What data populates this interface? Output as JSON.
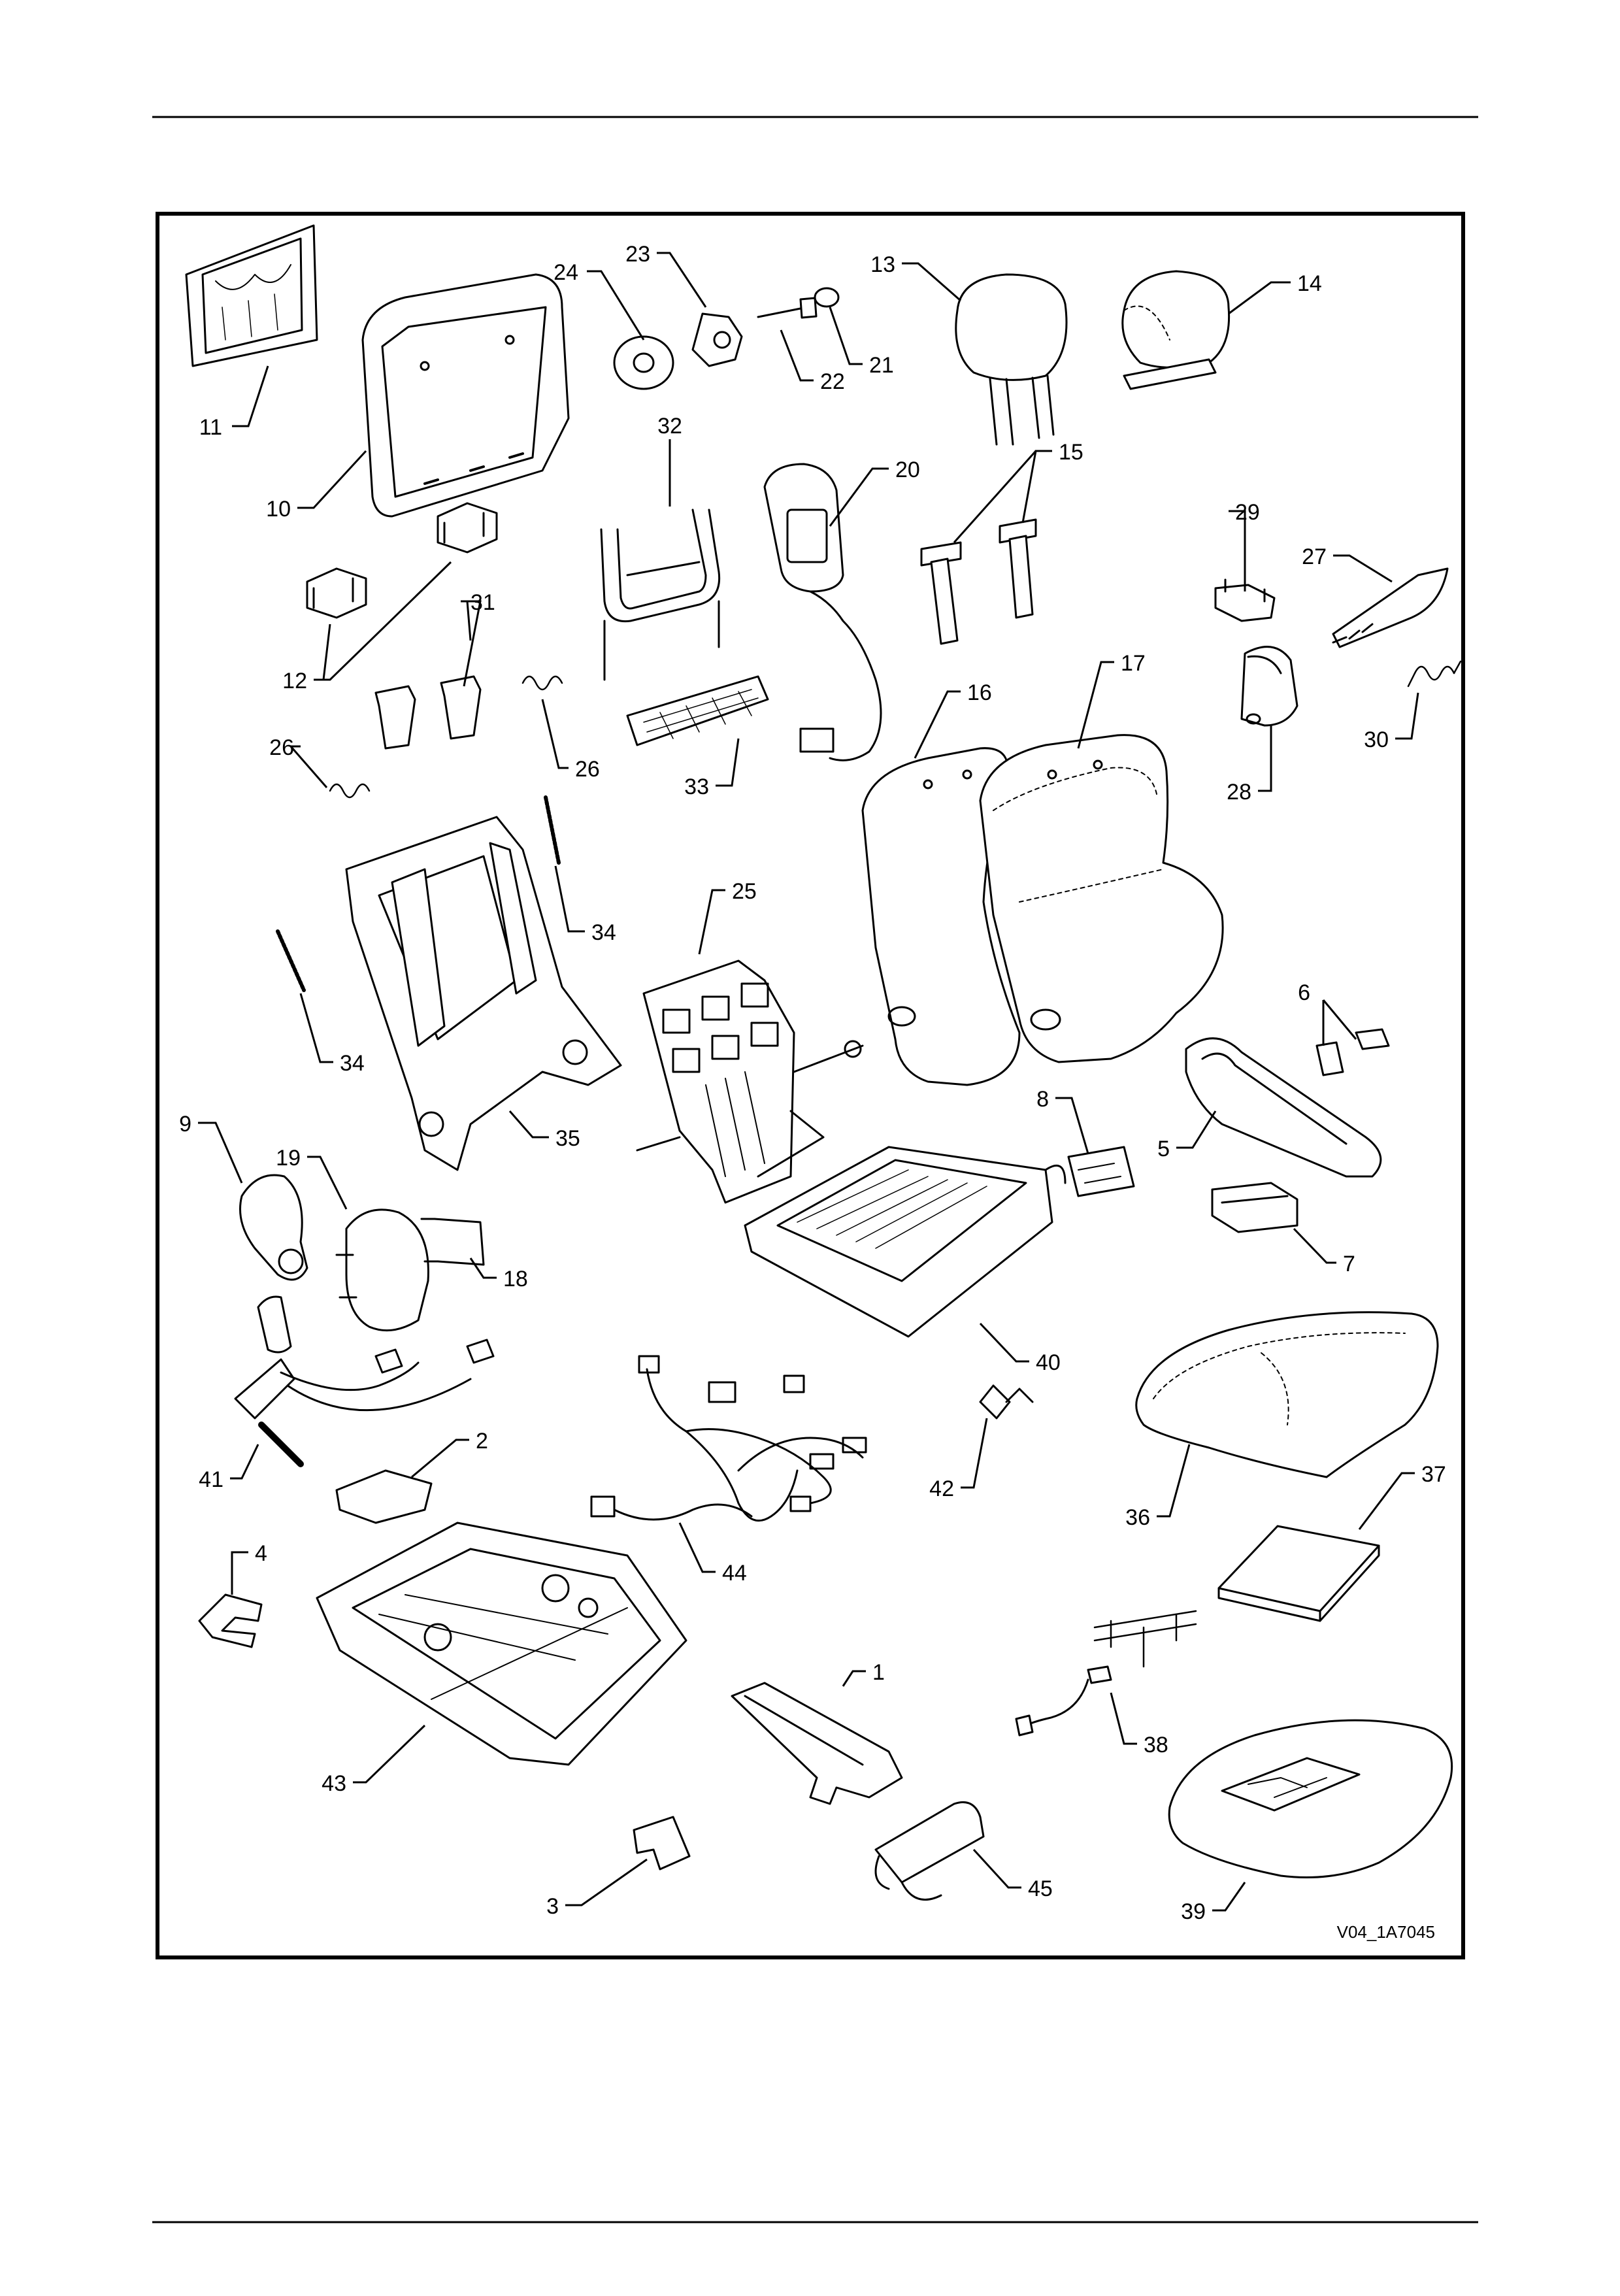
{
  "figure_code": "V04_1A7045",
  "callouts": {
    "c1": "1",
    "c2": "2",
    "c3": "3",
    "c4": "4",
    "c5": "5",
    "c6": "6",
    "c7": "7",
    "c8": "8",
    "c9": "9",
    "c10": "10",
    "c11": "11",
    "c12": "12",
    "c13": "13",
    "c14": "14",
    "c15": "15",
    "c16": "16",
    "c17": "17",
    "c18": "18",
    "c19": "19",
    "c20": "20",
    "c21": "21",
    "c22": "22",
    "c23": "23",
    "c24": "24",
    "c25": "25",
    "c26a": "26",
    "c26b": "26",
    "c27": "27",
    "c28": "28",
    "c29": "29",
    "c30": "30",
    "c31": "31",
    "c32": "32",
    "c33": "33",
    "c34a": "34",
    "c34b": "34",
    "c35": "35",
    "c36": "36",
    "c37": "37",
    "c38": "38",
    "c39": "39",
    "c40": "40",
    "c41": "41",
    "c42": "42",
    "c43": "43",
    "c44": "44",
    "c45": "45"
  }
}
